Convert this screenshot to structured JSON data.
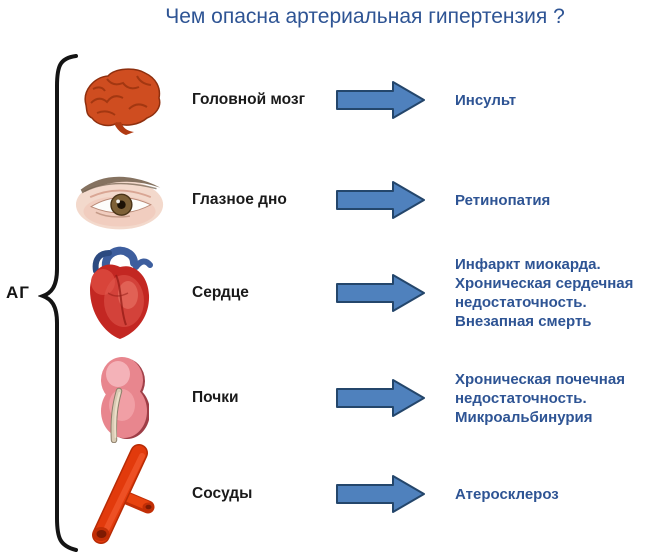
{
  "title": "Чем опасна артериальная гипертензия ?",
  "left_label": "АГ",
  "colors": {
    "title_blue": "#2e5494",
    "outcome_blue": "#2e5494",
    "organ_text": "#1a1a1a",
    "arrow_fill": "#4f81bd",
    "arrow_stroke": "#24466b",
    "brace_black": "#141414",
    "brain_orange": "#cf4d20",
    "heart_red": "#c32722",
    "kidney_pink": "#e8868e",
    "vessel_red": "#e23a0c"
  },
  "rows": [
    {
      "icon": "brain-icon",
      "organ": "Головной мозг",
      "outcome_lines": [
        "Инсульт"
      ]
    },
    {
      "icon": "eye-icon",
      "organ": "Глазное дно",
      "outcome_lines": [
        "Ретинопатия"
      ]
    },
    {
      "icon": "heart-icon",
      "organ": "Сердце",
      "outcome_lines": [
        "Инфаркт миокарда.",
        "Хроническая сердечная",
        "недостаточность.",
        "Внезапная смерть"
      ]
    },
    {
      "icon": "kidney-icon",
      "organ": "Почки",
      "outcome_lines": [
        "Хроническая почечная",
        "недостаточность.",
        "Микроальбинурия"
      ]
    },
    {
      "icon": "vessel-icon",
      "organ": "Сосуды",
      "outcome_lines": [
        "Атеросклероз"
      ]
    }
  ]
}
